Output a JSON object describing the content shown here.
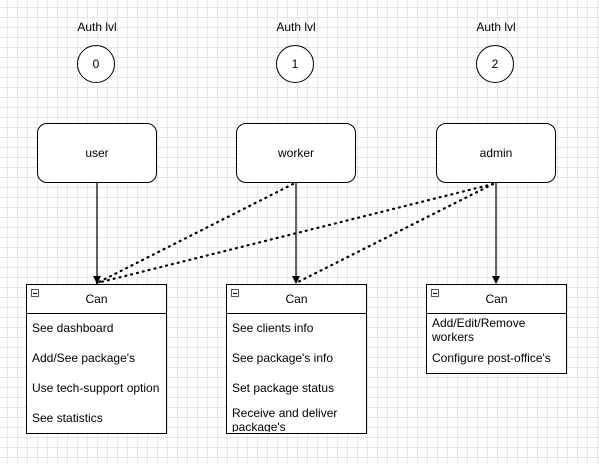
{
  "auth_label": "Auth lvl",
  "levels": [
    "0",
    "1",
    "2"
  ],
  "roles": [
    "user",
    "worker",
    "admin"
  ],
  "boxes": [
    {
      "title": "Can",
      "items": [
        "See dashboard",
        "Add/See package's",
        "Use tech-support option",
        "See statistics"
      ]
    },
    {
      "title": "Can",
      "items": [
        "See clients info",
        "See package's info",
        "Set package status",
        "Receive and deliver",
        "package's"
      ]
    },
    {
      "title": "Can",
      "items": [
        "Add/Edit/Remove",
        "workers",
        "Configure post-office's"
      ]
    }
  ]
}
